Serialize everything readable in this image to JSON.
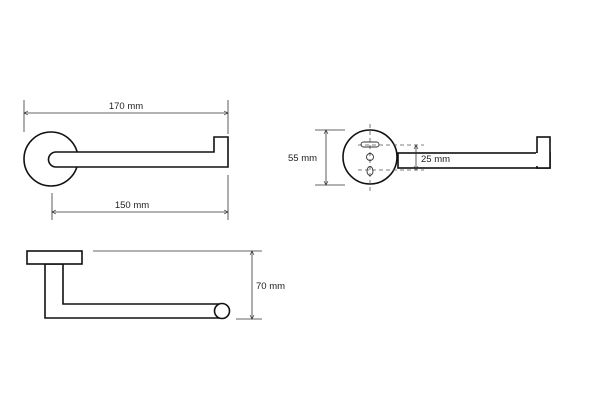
{
  "dimensions": {
    "overall_length": "170 mm",
    "arm_length": "150 mm",
    "rosette_diameter": "55 mm",
    "hole_spacing": "25 mm",
    "projection_depth": "70 mm"
  }
}
